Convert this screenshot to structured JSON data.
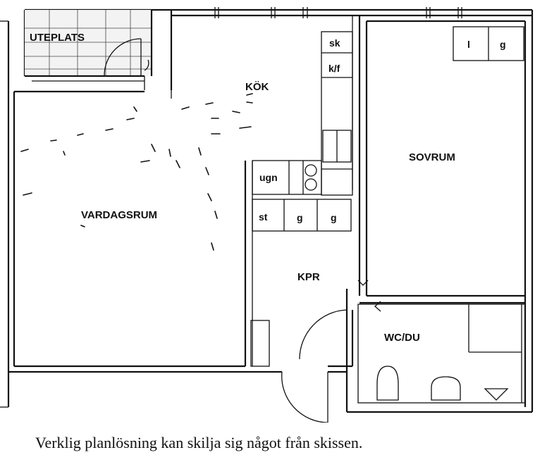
{
  "rooms": {
    "uteplats": "UTEPLATS",
    "kok": "KÖK",
    "vardagsrum": "VARDAGSRUM",
    "sovrum": "SOVRUM",
    "kpr": "KPR",
    "wc_du": "WC/DU"
  },
  "fixtures": {
    "sk": "sk",
    "kf": "k/f",
    "ugn": "ugn",
    "st": "st",
    "g1": "g",
    "g2": "g",
    "l": "l",
    "g_bedroom": "g"
  },
  "caption": "Verklig planlösning kan skilja sig något från skissen."
}
